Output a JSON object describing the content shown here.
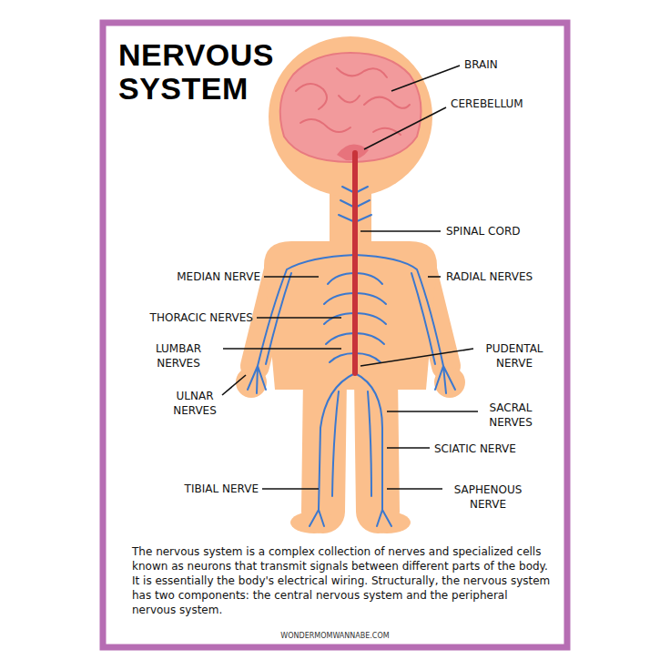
{
  "diagram": {
    "title": "NERVOUS SYSTEM",
    "caption": "The nervous system is a complex collection of nerves and specialized cells known as neurons that transmit signals between different parts of the body. It is essentially the body's electrical wiring. Structurally, the nervous system has two components: the central nervous system and the peripheral nervous system.",
    "labels": [
      "BRAIN",
      "CEREBELLUM",
      "SPINAL CORD",
      "MEDIAN NERVE",
      "RADIAL NERVES",
      "THORACIC NERVES",
      "LUMBAR NERVES",
      "PUDENTAL NERVE",
      "ULNAR NERVES",
      "SACRAL NERVES",
      "SCIATIC NERVE",
      "TIBIAL NERVE",
      "SAPHENOUS NERVE",
      "WONDERMOMWANNABE.COM"
    ]
  }
}
